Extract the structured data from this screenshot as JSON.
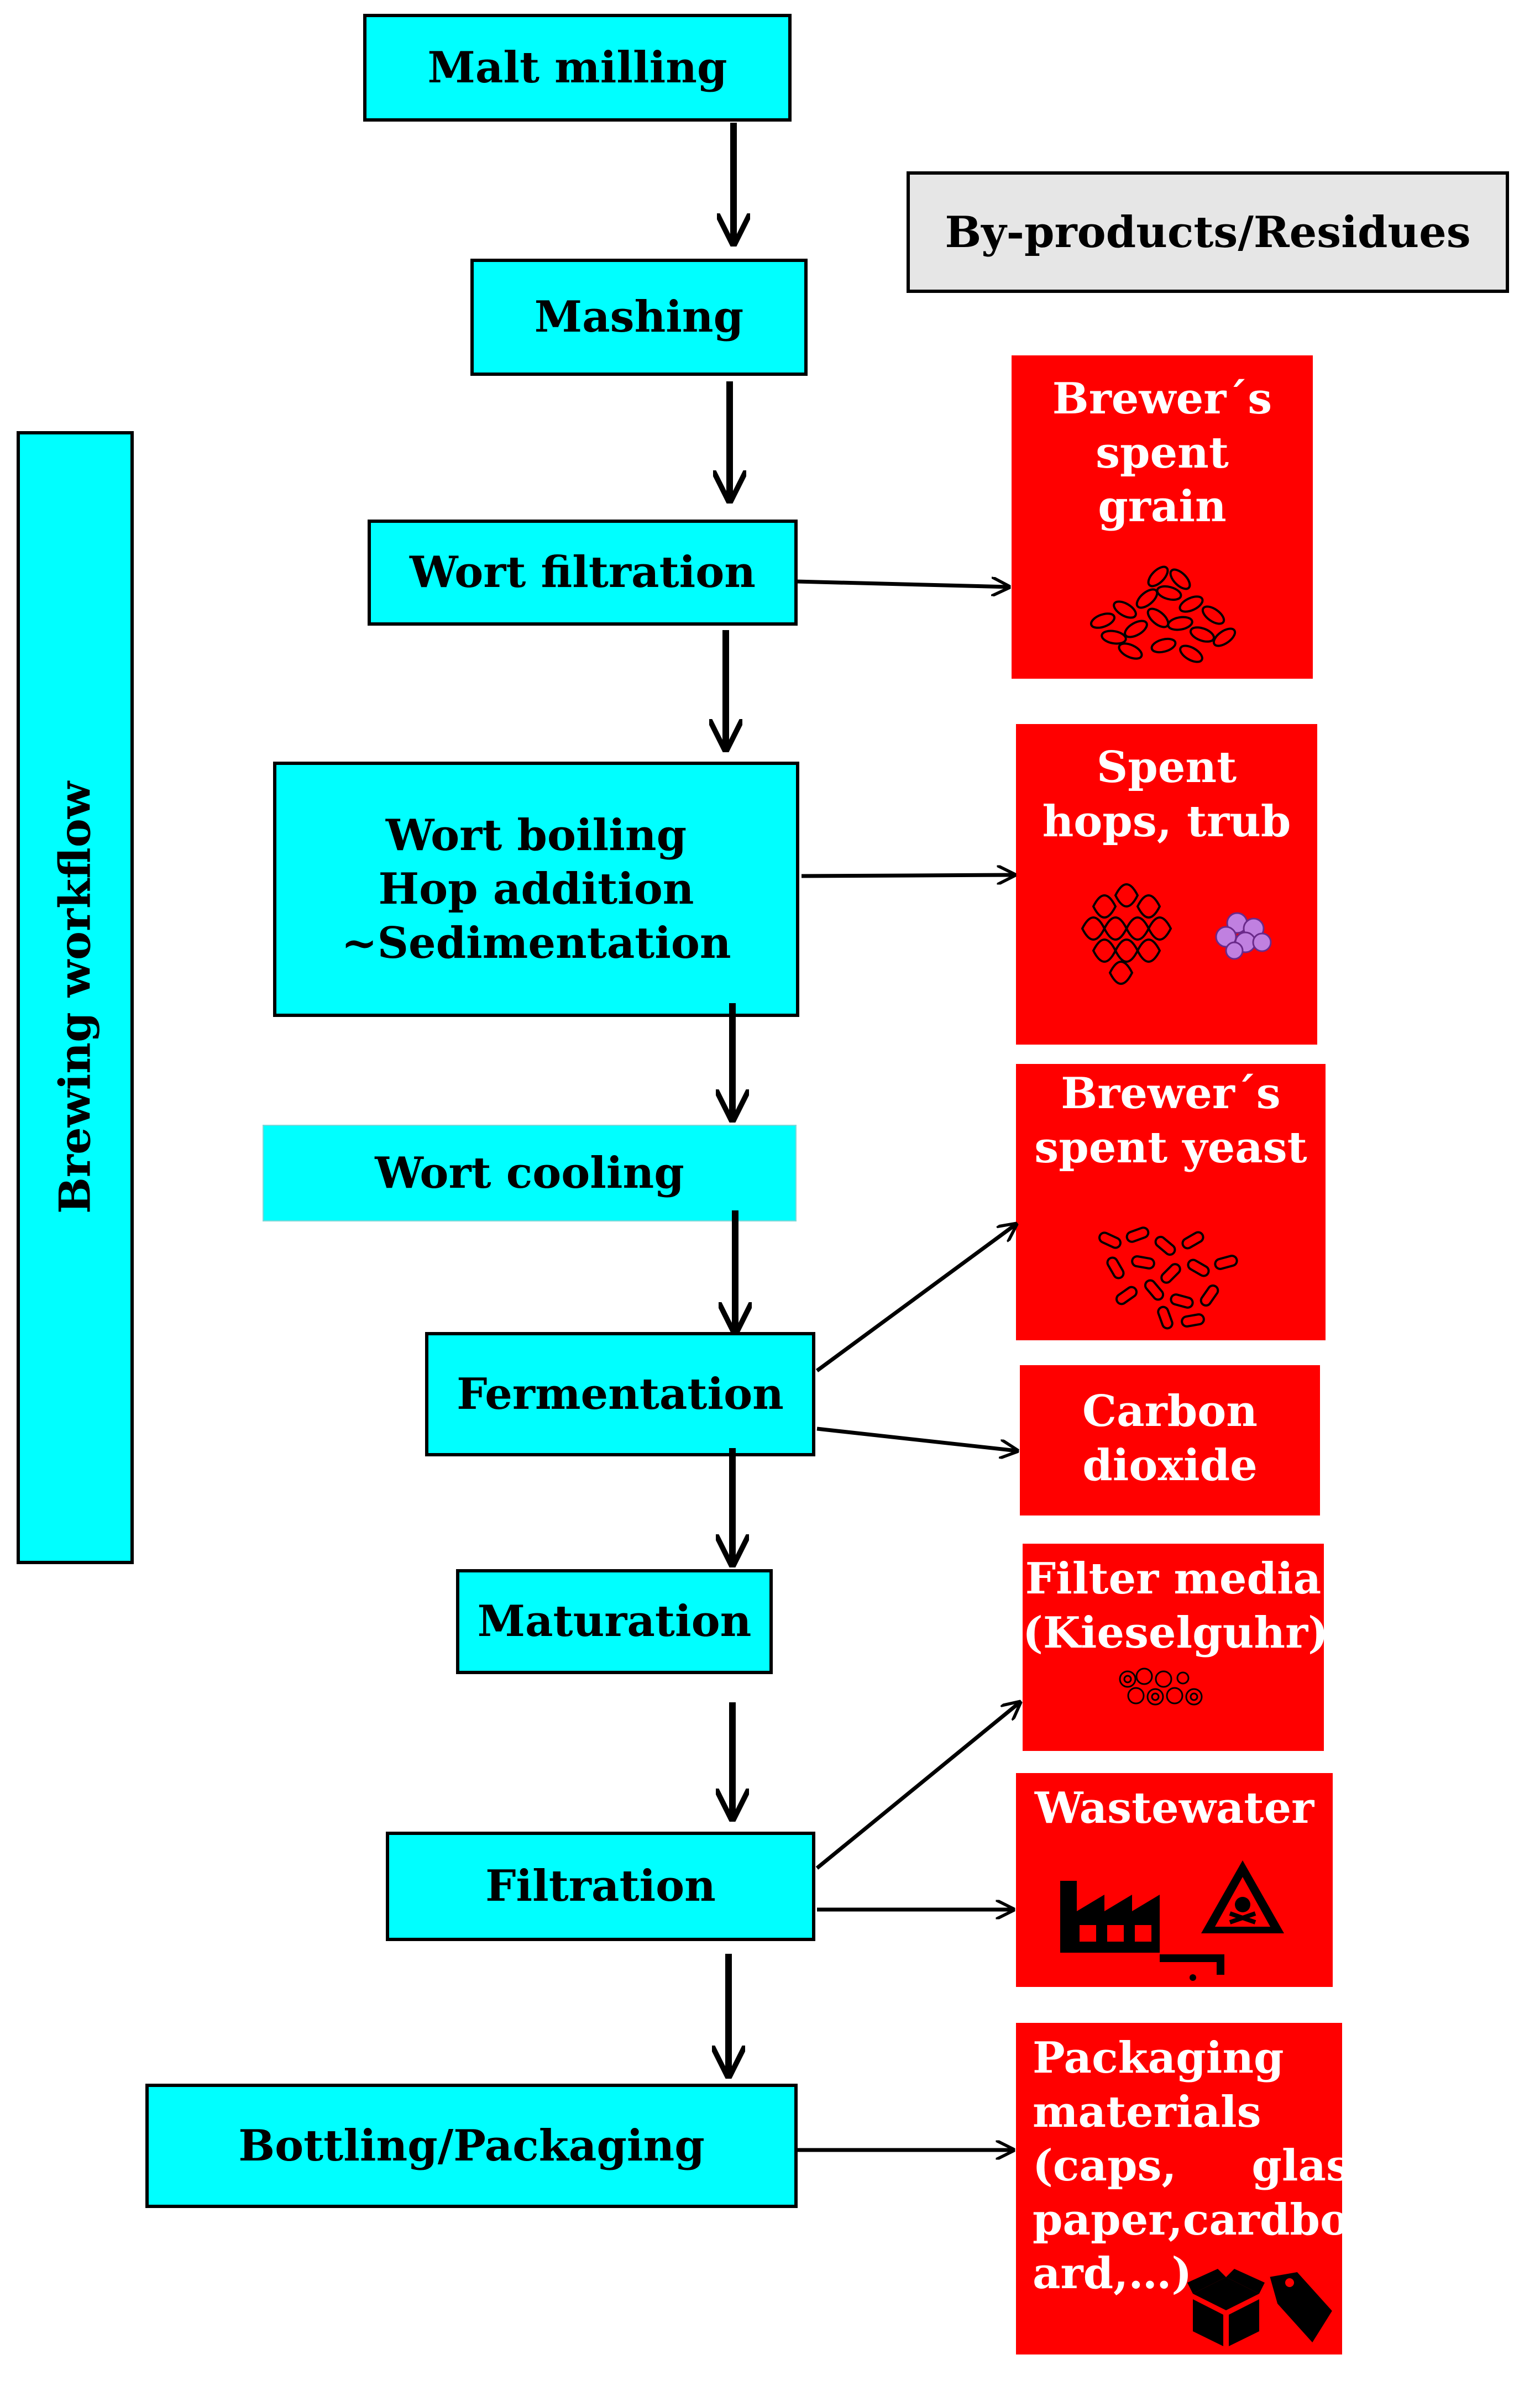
{
  "legend_label": "By-products/Residues",
  "workflow_label": "Brewing workflow",
  "steps": [
    {
      "label": "Malt milling"
    },
    {
      "label": "Mashing"
    },
    {
      "label": "Wort filtration"
    },
    {
      "lines": [
        "Wort boiling",
        "Hop addition",
        "~Sedimentation"
      ]
    },
    {
      "label": "Wort cooling"
    },
    {
      "label": "Fermentation"
    },
    {
      "label": "Maturation"
    },
    {
      "label": "Filtration"
    },
    {
      "label": "Bottling/Packaging"
    }
  ],
  "residues": [
    {
      "lines": [
        "Brewer´s",
        "spent",
        "grain"
      ],
      "icon": "spent-grain-icon"
    },
    {
      "lines": [
        "Spent",
        "hops, trub"
      ],
      "icon": "hops-icon"
    },
    {
      "lines": [
        "Brewer´s",
        "spent yeast"
      ],
      "icon": "yeast-icon"
    },
    {
      "lines": [
        "Carbon",
        "dioxide"
      ],
      "icon": ""
    },
    {
      "lines": [
        "Filter media",
        "(Kieselguhr)"
      ],
      "icon": "kieselguhr-icon"
    },
    {
      "lines": [
        "Wastewater"
      ],
      "icon": "factory-icon"
    },
    {
      "lines": [
        "Packaging",
        "materials",
        "(caps,     glass,",
        "paper,cardbo",
        "ard,…)"
      ],
      "icon": "box-icon"
    }
  ],
  "colors": {
    "step": "#00ffff",
    "residue": "#ff0000",
    "legend": "#e6e6e6"
  }
}
